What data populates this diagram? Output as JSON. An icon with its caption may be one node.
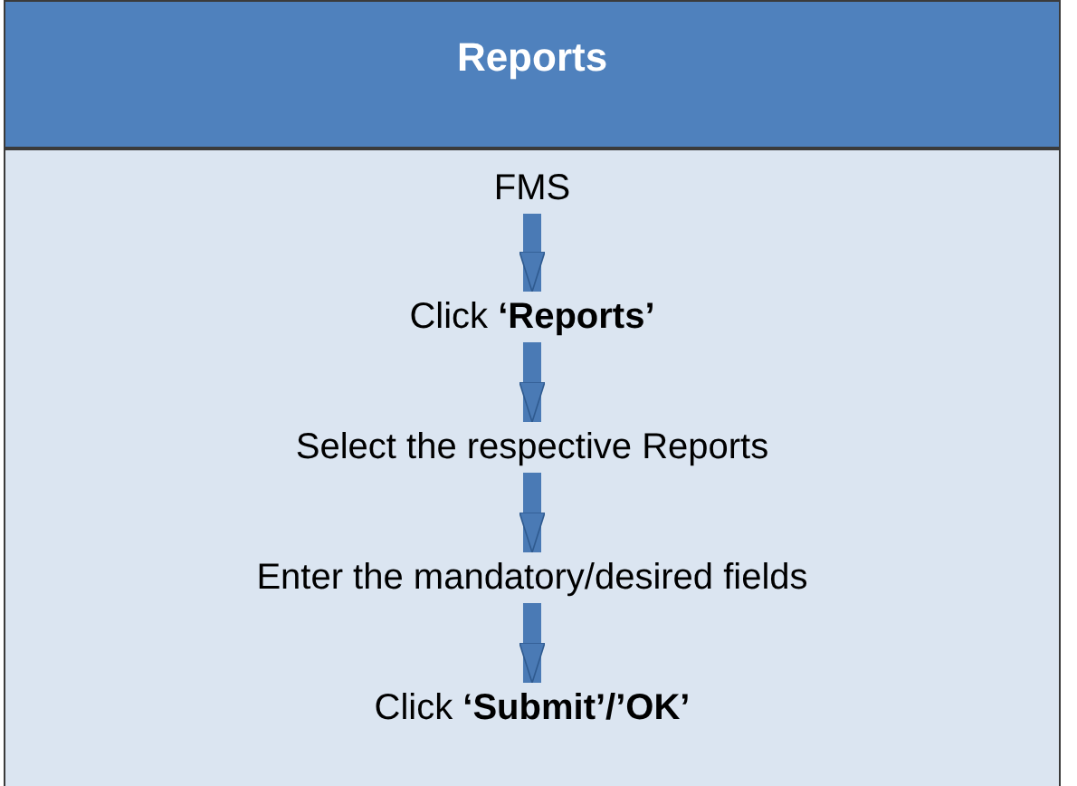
{
  "diagram": {
    "nodes": [
      {
        "text": [
          "Reports"
        ]
      },
      {
        "text": [
          "FMS"
        ],
        "in": 0
      },
      {
        "text": [
          "Click **‘Reports’**"
        ],
        "in": 0
      },
      {
        "text": [
          "Select the respective Reports"
        ],
        "in": 0
      },
      {
        "text": [
          "Enter the mandatory/desired fields"
        ],
        "in": 0
      },
      {
        "text": [
          "Click **‘Submit’/’OK’**"
        ],
        "in": 0
      }
    ],
    "edges": [
      {
        "from": 1,
        "to": 2,
        "arrow": "to"
      },
      {
        "from": 2,
        "to": 3,
        "arrow": "to"
      },
      {
        "from": 3,
        "to": 4,
        "arrow": "to"
      },
      {
        "from": 4,
        "to": 5,
        "arrow": "to"
      }
    ]
  }
}
